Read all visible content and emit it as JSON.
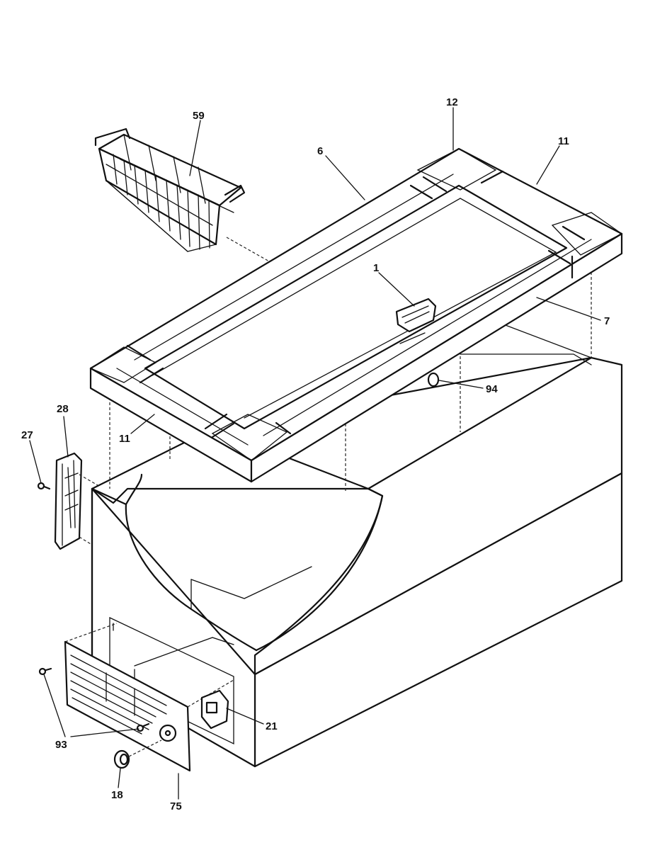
{
  "labels": {
    "basket": "59",
    "top_corner": "12",
    "right_breaker": "11",
    "back_breaker": "6",
    "handle": "1",
    "front_breaker": "7",
    "plug": "94",
    "front_left_breaker": "11",
    "hinge": "28",
    "hinge_screw": "27",
    "switch": "21",
    "grille_screw": "93",
    "knob": "18",
    "grille": "75"
  }
}
